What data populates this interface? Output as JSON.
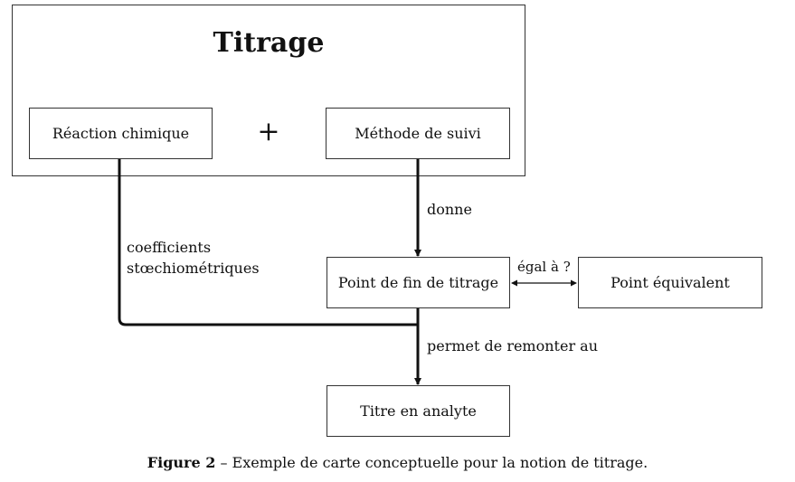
{
  "title": "Titrage",
  "plus": "+",
  "boxes": {
    "reaction": "Réaction chimique",
    "methode": "Méthode de suivi",
    "point_fin": "Point de fin de titrage",
    "point_equivalent": "Point équivalent",
    "titre": "Titre en analyte"
  },
  "edges": {
    "donne": "donne",
    "coefficients_line1": "coefficients",
    "coefficients_line2": "stœchiométriques",
    "egal": "égal à ?",
    "permet": "permet de remonter au"
  },
  "caption": {
    "label": "Figure 2",
    "text": " – Exemple de carte conceptuelle pour la notion de titrage."
  }
}
